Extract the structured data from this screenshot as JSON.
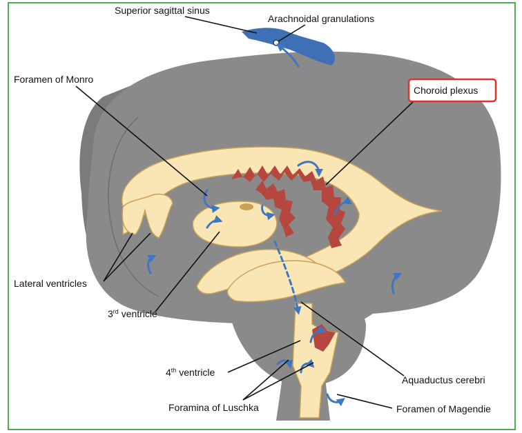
{
  "labels": {
    "superior_sagittal_sinus": "Superior sagittal sinus",
    "arachnoidal_granulations": "Arachnoidal granulations",
    "foramen_of_monro": "Foramen of Monro",
    "choroid_plexus": "Choroid plexus",
    "lateral_ventricles": "Lateral ventricles",
    "third_ventricle_num": "3",
    "third_ventricle_sup": "rd",
    "third_ventricle_word": " ventricle",
    "fourth_ventricle_num": "4",
    "fourth_ventricle_sup": "th",
    "fourth_ventricle_word": " ventricle",
    "aquaductus_cerebri": "Aquaductus cerebri",
    "foramina_of_luschka": "Foramina of Luschka",
    "foramen_of_magendie": "Foramen of Magendie"
  },
  "colors": {
    "border": "#4caf50",
    "brain_gray": "#8a8a8a",
    "brain_gray_dark": "#7b7b7b",
    "ventricle_fill": "#fae6b4",
    "ventricle_stroke": "#c9a055",
    "choroid_plexus": "#b5473f",
    "flow_arrow": "#3f76c1",
    "sinus_blue": "#3f6fb5",
    "highlight_box": "#e0312b"
  }
}
